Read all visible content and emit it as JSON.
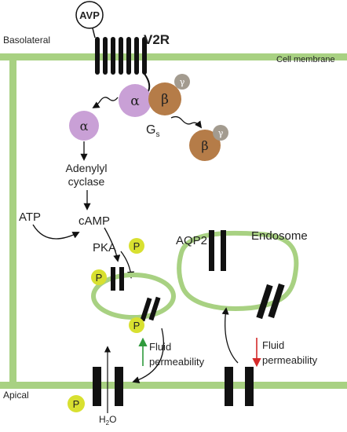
{
  "labels": {
    "avp": "AVP",
    "basolateral": "Basolateral",
    "v2r": "V2R",
    "cell_membrane": "Cell membrane",
    "alpha": "α",
    "beta": "β",
    "gamma": "γ",
    "gs_main": "G",
    "gs_sub": "s",
    "adenylyl_line1": "Adenylyl",
    "adenylyl_line2": "cyclase",
    "atp": "ATP",
    "camp": "cAMP",
    "pka": "PKA",
    "phosphate": "P",
    "aqp2": "AQP2",
    "endosome": "Endosome",
    "fluid_up_line1": "Fluid",
    "fluid_up_line2": "permeability",
    "fluid_down_line1": "Fluid",
    "fluid_down_line2": "permeability",
    "apical": "Apical",
    "h2o_main": "H",
    "h2o_sub": "2",
    "h2o_tail": "O"
  },
  "colors": {
    "membrane": "#a8d182",
    "alpha": "#c9a0d6",
    "beta": "#b57c48",
    "gamma": "#a39b8f",
    "phosphate": "#d8e030",
    "arrow_up": "#2f9a3c",
    "arrow_down": "#d42a2a"
  }
}
